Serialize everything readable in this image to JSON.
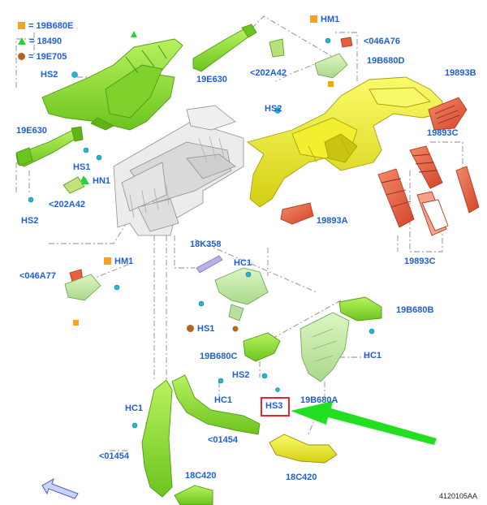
{
  "legend": [
    {
      "symbol": "square",
      "code": "= 19B680E"
    },
    {
      "symbol": "triangle",
      "code": "= 18490"
    },
    {
      "symbol": "dot",
      "code": "= 19E705"
    }
  ],
  "labels": {
    "hs2_a": "HS2",
    "e630_top": "19E630",
    "a42_top": "<202A42",
    "hm1_top": "HM1",
    "a76": "<046A76",
    "b680d": "19B680D",
    "b893b": "19893B",
    "hs2_b": "HS2",
    "e630_left": "19E630",
    "b893c_top": "19893C",
    "hs1_a": "HS1",
    "hn1": "HN1",
    "a42_left": "<202A42",
    "hs2_c": "HS2",
    "b893a": "19893A",
    "k358": "18K358",
    "b893c_bottom": "19893C",
    "a77": "<046A77",
    "hm1_left": "HM1",
    "hc1_a": "HC1",
    "b680b": "19B680B",
    "hs1_b": "HS1",
    "b680c": "19B680C",
    "hc1_b": "HC1",
    "hs2_d": "HS2",
    "hc1_c": "HC1",
    "hc1_d": "HC1",
    "b680a": "19B680A",
    "hs3": "HS3",
    "p1454_left": "<01454",
    "p1454_mid": "<01454",
    "c420_left": "18C420",
    "c420_right": "18C420"
  },
  "doc_id": "4120105AA",
  "colors": {
    "label": "#1f5fd6",
    "green_part": "#8fe23a",
    "yellow_part": "#eef02a",
    "red_part": "#e8603f",
    "grey_part": "#e6e6e6",
    "highlight": "#e0282e",
    "arrow": "#22e020",
    "legend_square": "#f7a21b",
    "legend_triangle": "#2fcf39",
    "legend_dot": "#b5651d"
  },
  "icons": [
    "navigation-arrow-icon",
    "pointer-arrow-icon"
  ]
}
